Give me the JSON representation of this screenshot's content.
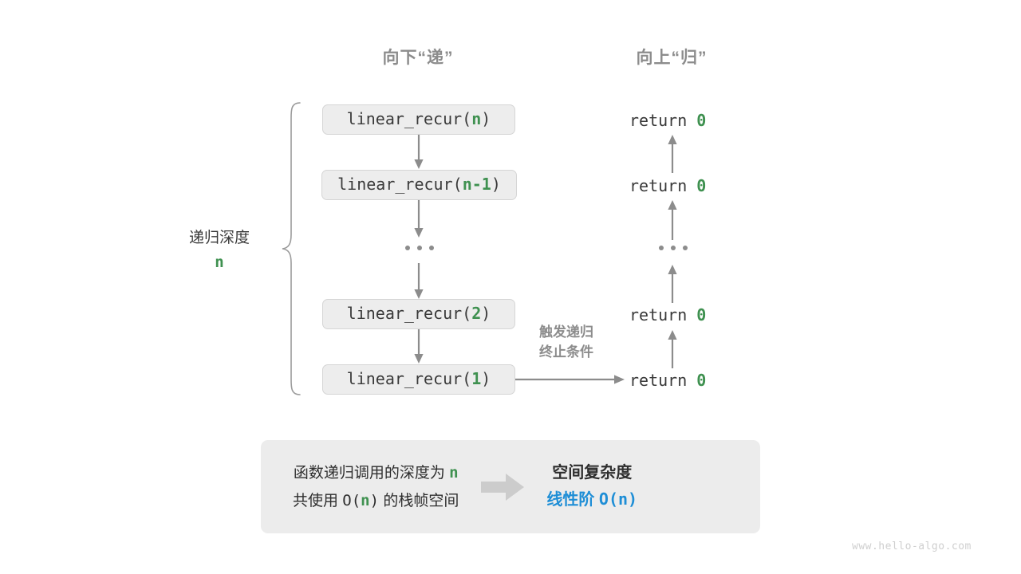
{
  "diagram": {
    "headers": {
      "down": "向下“递”",
      "up": "向上“归”"
    },
    "depth_label": {
      "title": "递归深度",
      "value": "n"
    },
    "trigger_label": {
      "line1": "触发递归",
      "line2": "终止条件"
    },
    "call_stack": [
      {
        "prefix": "linear_recur(",
        "arg": "n",
        "suffix": ")"
      },
      {
        "prefix": "linear_recur(",
        "arg": "n-1",
        "suffix": ")"
      },
      {
        "prefix": "linear_recur(",
        "arg": "2",
        "suffix": ")"
      },
      {
        "prefix": "linear_recur(",
        "arg": "1",
        "suffix": ")"
      }
    ],
    "returns": [
      {
        "keyword": "return ",
        "value": "0"
      },
      {
        "keyword": "return ",
        "value": "0"
      },
      {
        "keyword": "return ",
        "value": "0"
      },
      {
        "keyword": "return ",
        "value": "0"
      }
    ],
    "ellipsis": "•••"
  },
  "summary": {
    "left": {
      "line1_a": "函数递归调用的深度为 ",
      "line1_n": "n",
      "line2_a": "共使用 ",
      "line2_o": "O(",
      "line2_n": "n",
      "line2_c": ")",
      "line2_b": " 的栈帧空间"
    },
    "arrow_icon": "block-arrow-right-icon",
    "right": {
      "title": "空间复杂度",
      "result_label": "线性阶 ",
      "result_value": "O(n)"
    }
  },
  "watermark": "www.hello-algo.com",
  "colors": {
    "green": "#3f9150",
    "blue": "#1e8ed6",
    "gray_text": "#8c8c8c",
    "box_fill": "#ededed",
    "box_border": "#d5d5d5",
    "panel_fill": "#ececec",
    "arrow": "#8c8c8c",
    "watermark": "#cfcfcf"
  }
}
